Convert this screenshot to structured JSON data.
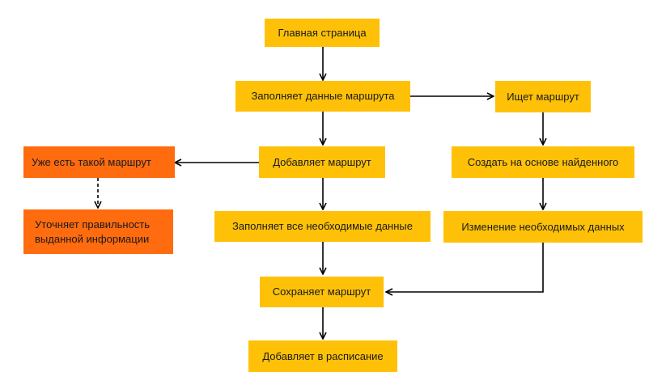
{
  "nodes": {
    "home_page": "Главная страница",
    "fill_route_data": "Заполняет данные маршрута",
    "search_route": "Ищет маршрут",
    "add_route": "Добавляет маршрут",
    "route_exists": "Уже есть такой маршрут",
    "create_from_found": "Создать на основе найденного",
    "clarify_info": "Уточняет правильность выданной информации",
    "fill_all_data": "Заполняет все необходимые данные",
    "edit_data": "Изменение необходимых данных",
    "save_route": "Сохраняет маршрут",
    "add_to_schedule": "Добавляет в расписание"
  },
  "colors": {
    "node": "#ffc107",
    "alert_node": "#ff6b0f",
    "edge": "#000000"
  }
}
